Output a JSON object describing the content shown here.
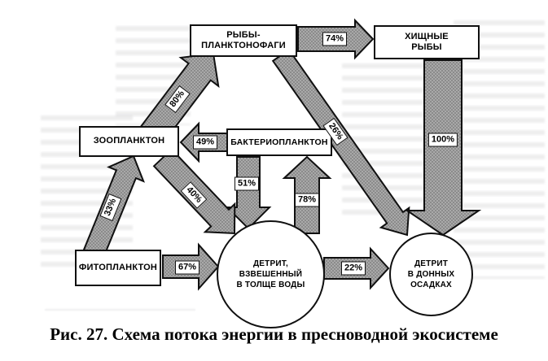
{
  "figure": {
    "caption": "Рис. 27. Схема потока энергии в пресноводной экосистеме"
  },
  "nodes": {
    "fish_planktivores": {
      "label": "РЫБЫ-ПЛАНКТОНОФАГИ",
      "line1": "РЫБЫ-",
      "line2": "ПЛАНКТОНОФАГИ"
    },
    "predatory_fish": {
      "label": "ХИЩНЫЕ РЫБЫ",
      "line1": "ХИЩНЫЕ",
      "line2": "РЫБЫ"
    },
    "zooplankton": {
      "label": "ЗООПЛАНКТОН"
    },
    "bacterioplankton": {
      "label": "БАКТЕРИОПЛАНКТОН"
    },
    "phytoplankton": {
      "label": "ФИТОПЛАНКТОН"
    },
    "detritus_suspended": {
      "label": "ДЕТРИТ, ВЗВЕШЕННЫЙ В ТОЛЩЕ ВОДЫ",
      "line1": "ДЕТРИТ,",
      "line2": "ВЗВЕШЕННЫЙ",
      "line3": "В ТОЛЩЕ ВОДЫ"
    },
    "detritus_bottom": {
      "label": "ДЕТРИТ В ДОННЫХ ОСАДКАХ",
      "line1": "ДЕТРИТ",
      "line2": "В ДОННЫХ",
      "line3": "ОСАДКАХ"
    }
  },
  "flows": {
    "zooplankton_to_fish": {
      "from": "ЗООПЛАНКТОН",
      "to": "РЫБЫ-ПЛАНКТОНОФАГИ",
      "value": "80%"
    },
    "fish_to_predatory": {
      "from": "РЫБЫ-ПЛАНКТОНОФАГИ",
      "to": "ХИЩНЫЕ РЫБЫ",
      "value": "74%"
    },
    "fish_to_detritus_bottom": {
      "from": "РЫБЫ-ПЛАНКТОНОФАГИ",
      "to": "ДЕТРИТ В ДОННЫХ ОСАДКАХ",
      "value": "26%"
    },
    "predatory_to_detritus_bottom": {
      "from": "ХИЩНЫЕ РЫБЫ",
      "to": "ДЕТРИТ В ДОННЫХ ОСАДКАХ",
      "value": "100%"
    },
    "bacterioplankton_to_zooplankton": {
      "from": "БАКТЕРИОПЛАНКТОН",
      "to": "ЗООПЛАНКТОН",
      "value": "49%"
    },
    "bacterioplankton_to_detritus_suspended": {
      "from": "БАКТЕРИОПЛАНКТОН",
      "to": "ДЕТРИТ, ВЗВЕШЕННЫЙ В ТОЛЩЕ ВОДЫ",
      "value": "51%"
    },
    "detritus_suspended_to_bacterioplankton": {
      "from": "ДЕТРИТ, ВЗВЕШЕННЫЙ В ТОЛЩЕ ВОДЫ",
      "to": "БАКТЕРИОПЛАНКТОН",
      "value": "78%"
    },
    "zooplankton_to_detritus_suspended": {
      "from": "ЗООПЛАНКТОН",
      "to": "ДЕТРИТ, ВЗВЕШЕННЫЙ В ТОЛЩЕ ВОДЫ",
      "value": "40%"
    },
    "phytoplankton_to_zooplankton": {
      "from": "ФИТОПЛАНКТОН",
      "to": "ЗООПЛАНКТОН",
      "value": "33%"
    },
    "phytoplankton_to_detritus_suspended": {
      "from": "ФИТОПЛАНКТОН",
      "to": "ДЕТРИТ, ВЗВЕШЕННЫЙ В ТОЛЩЕ ВОДЫ",
      "value": "67%"
    },
    "detritus_suspended_to_detritus_bottom": {
      "from": "ДЕТРИТ, ВЗВЕШЕННЫЙ В ТОЛЩЕ ВОДЫ",
      "to": "ДЕТРИТ В ДОННЫХ ОСАДКАХ",
      "value": "22%"
    }
  },
  "colors": {
    "background": "#ffffff",
    "outline": "#101010",
    "arrow_fill": "#a9a9a9",
    "arrow_halftone_dot": "#767676",
    "text": "#000000"
  }
}
